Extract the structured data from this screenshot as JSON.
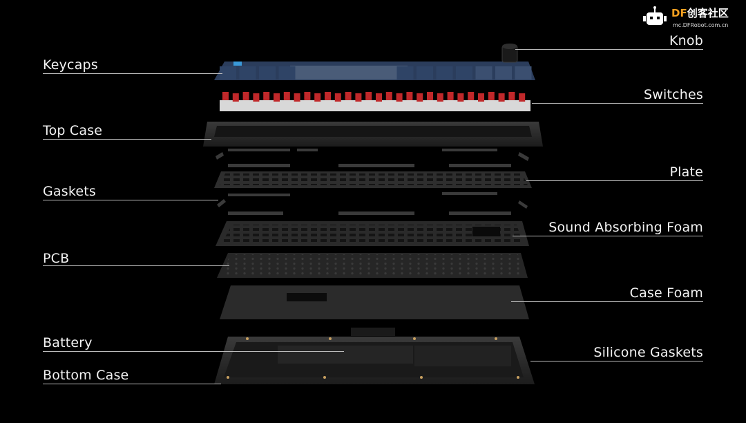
{
  "labels": {
    "keycaps": "Keycaps",
    "top_case": "Top Case",
    "gaskets": "Gaskets",
    "pcb": "PCB",
    "battery": "Battery",
    "bottom_case": "Bottom Case",
    "knob": "Knob",
    "switches": "Switches",
    "plate": "Plate",
    "sound_absorbing_foam": "Sound Absorbing Foam",
    "case_foam": "Case Foam",
    "silicone_gaskets": "Silicone Gaskets"
  },
  "logo": {
    "brand_df": "DF",
    "brand_cn": "创客社区",
    "site": "mc.DFRobot.com.cn"
  },
  "colors": {
    "background": "#000000",
    "label_text": "#f2f2f2",
    "leader_line": "#bdbdbd",
    "keycap_blue": "#2b3d5c",
    "keycap_light": "#4a5c78",
    "switch_red": "#c0282a",
    "layer_dark": "#2a2a2a",
    "logo_orange": "#f5a020"
  }
}
